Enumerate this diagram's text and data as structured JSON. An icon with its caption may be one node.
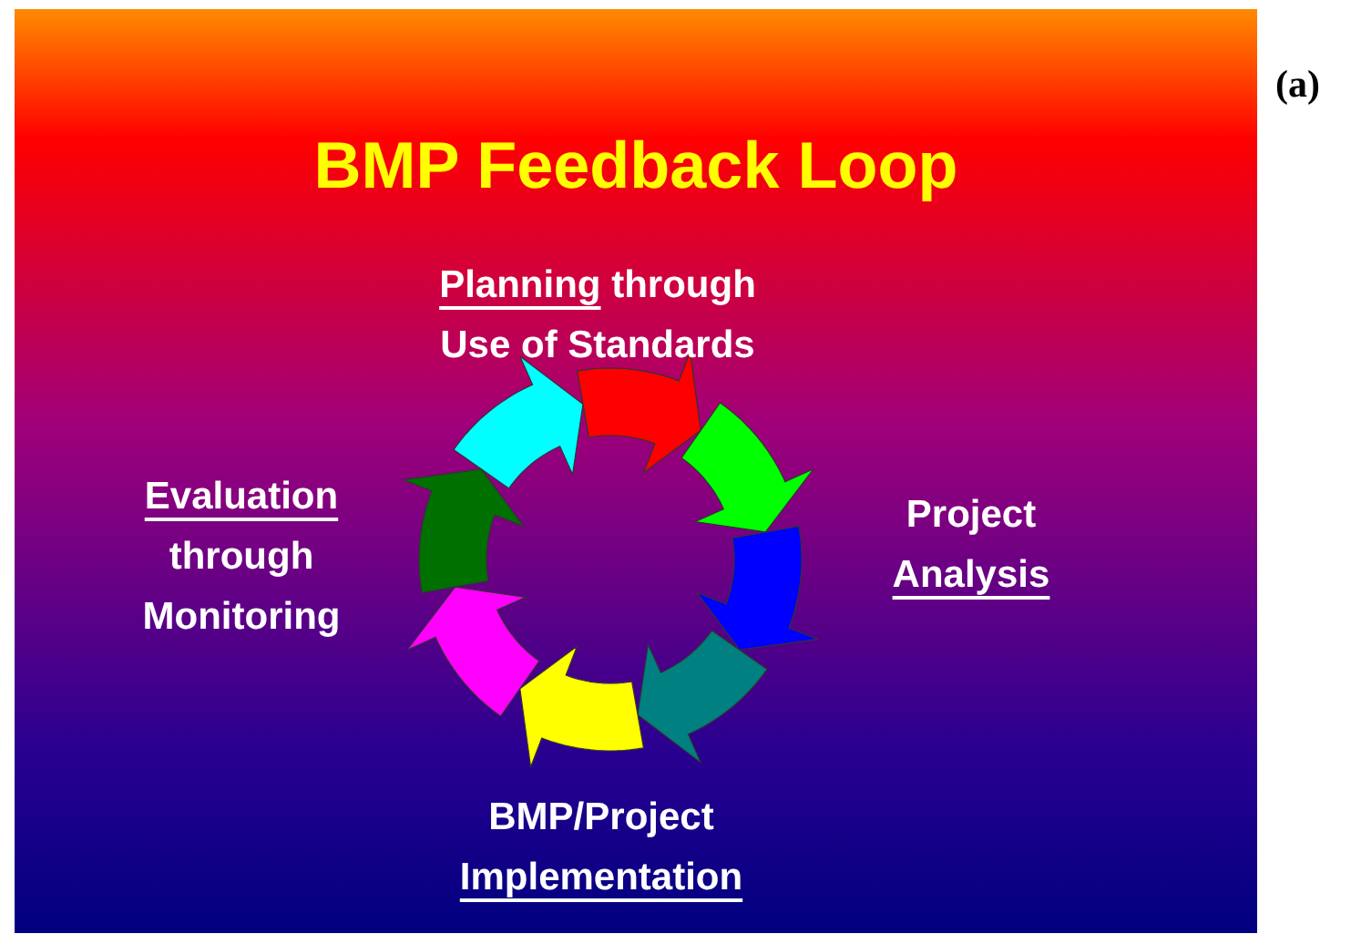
{
  "diagram": {
    "title": "BMP Feedback Loop",
    "nodes": [
      {
        "text": [
          "Planning",
          "through Use of Standards"
        ]
      },
      {
        "text": [
          "Project",
          "Analysis"
        ]
      },
      {
        "text": [
          "BMP/Project",
          "Implementation"
        ]
      },
      {
        "text": [
          "Evaluation",
          "through Monitoring"
        ]
      }
    ],
    "labels": [
      "(a)"
    ]
  }
}
